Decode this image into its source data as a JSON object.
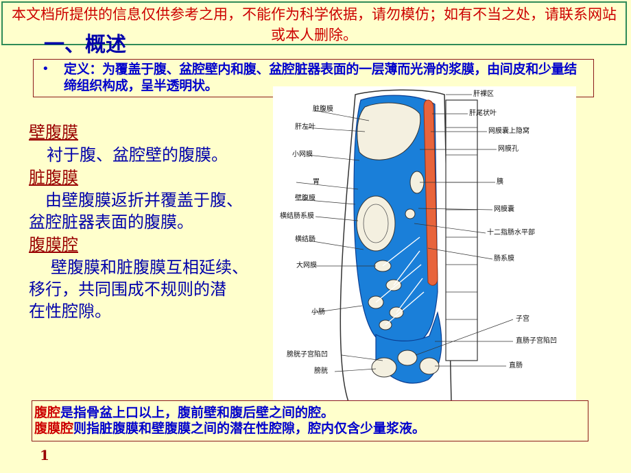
{
  "disclaimer": "本文档所提供的信息仅供参考之用，不能作为科学依据，请勿模仿；如有不当之处，请联系网站或本人删除。",
  "section_title": "一、概述",
  "definition": {
    "bullet": "•",
    "text": "定义：为覆盖于腹、盆腔壁内和腹、盆腔脏器表面的一层薄而光滑的浆膜，由间皮和少量结缔组织构成，呈半透明状。"
  },
  "terms": [
    {
      "term": "壁腹膜",
      "desc_lines": [
        "衬于腹、盆腔壁的腹膜。"
      ]
    },
    {
      "term": "脏腹膜",
      "desc_lines": [
        "由壁腹膜返折并覆盖于腹、",
        "盆腔脏器表面的腹膜。"
      ]
    },
    {
      "term": "腹膜腔",
      "desc_lines": [
        "壁腹膜和脏腹膜互相延续、",
        "移行，共同围成不规则的潜",
        "在性腔隙。"
      ]
    }
  ],
  "diagram": {
    "labels_left": [
      "脏腹膜",
      "肝左叶",
      "小网膜",
      "胃",
      "壁腹膜",
      "横结肠系膜",
      "横结肠",
      "大网膜",
      "小肠",
      "膀胱子宫陷凹",
      "膀胱"
    ],
    "labels_right": [
      "肝裸区",
      "肝尾状叶",
      "网膜囊上隐窝",
      "网膜孔",
      "胰",
      "网膜囊",
      "十二指肠水平部",
      "肠系膜",
      "子宫",
      "直肠子宫陷凹",
      "直肠"
    ],
    "colors": {
      "cavity": "#1a7fd9",
      "retro": "#e8643c",
      "organ": "#f4f0e0"
    }
  },
  "bottom_note": {
    "line1_term": "腹腔",
    "line1_rest": "是指骨盆上口以上，腹前壁和腹后壁之间的腔。",
    "line2_term": "腹膜腔",
    "line2_rest": "则指脏腹膜和壁腹膜之间的潜在性腔隙，腔内仅含少量浆液。"
  },
  "page_number": "1"
}
